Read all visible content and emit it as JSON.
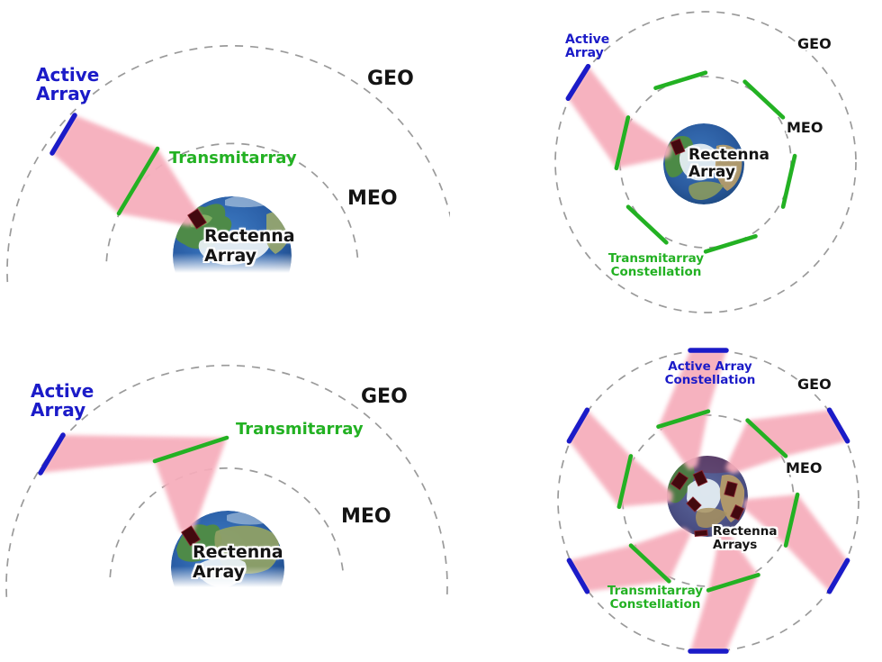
{
  "colors": {
    "blue": "#1b1bc8",
    "green": "#23b123",
    "pink": "#f6adbb",
    "orbit-gray": "#9a9a9a",
    "ink": "#141414",
    "rectenna-dark": "#43090f"
  },
  "panels": {
    "top_left": {
      "active_array": [
        "Active",
        "Array"
      ],
      "transmitarray": "Transmitarray",
      "geo": "GEO",
      "meo": "MEO",
      "rectenna": [
        "Rectenna",
        "Array"
      ]
    },
    "top_right": {
      "active_array": [
        "Active",
        "Array"
      ],
      "geo": "GEO",
      "meo": "MEO",
      "rectenna": [
        "Rectenna",
        "Array"
      ],
      "transmitarray_constellation": [
        "Transmitarray",
        "Constellation"
      ]
    },
    "bottom_left": {
      "active_array": [
        "Active",
        "Array"
      ],
      "transmitarray": "Transmitarray",
      "geo": "GEO",
      "meo": "MEO",
      "rectenna": [
        "Rectenna",
        "Array"
      ]
    },
    "bottom_right": {
      "active_array_constellation": [
        "Active Array",
        "Constellation"
      ],
      "geo": "GEO",
      "meo": "MEO",
      "rectenna": [
        "Rectenna",
        "Arrays"
      ],
      "transmitarray_constellation": [
        "Transmitarray",
        "Constellation"
      ]
    }
  }
}
